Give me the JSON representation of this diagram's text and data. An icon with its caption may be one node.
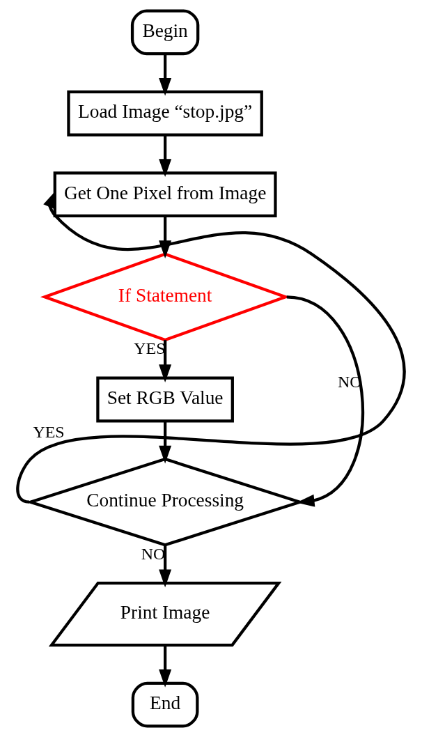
{
  "diagram": {
    "nodes": [
      {
        "text": [
          "Begin"
        ]
      },
      {
        "text": [
          "Load Image “stop.jpg”"
        ]
      },
      {
        "text": [
          "Get One Pixel from Image"
        ]
      },
      {
        "text": [
          "If Statement"
        ]
      },
      {
        "text": [
          "Set RGB Value"
        ]
      },
      {
        "text": [
          "Continue Processing"
        ]
      },
      {
        "text": [
          "Print Image"
        ]
      },
      {
        "text": [
          "End"
        ]
      }
    ],
    "edges": [
      {
        "from": 0,
        "to": 1,
        "arrow": "to"
      },
      {
        "from": 1,
        "to": 2,
        "arrow": "to"
      },
      {
        "from": 2,
        "to": 3,
        "arrow": "to"
      },
      {
        "from": 3,
        "to": 4,
        "arrow": "to",
        "label": "YES"
      },
      {
        "from": 3,
        "to": 5,
        "arrow": "to",
        "label": "NO"
      },
      {
        "from": 4,
        "to": 5,
        "arrow": "to"
      },
      {
        "from": 5,
        "to": 2,
        "arrow": "to",
        "label": "YES"
      },
      {
        "from": 5,
        "to": 6,
        "arrow": "to",
        "label": "NO"
      },
      {
        "from": 6,
        "to": 7,
        "arrow": "to"
      }
    ]
  }
}
